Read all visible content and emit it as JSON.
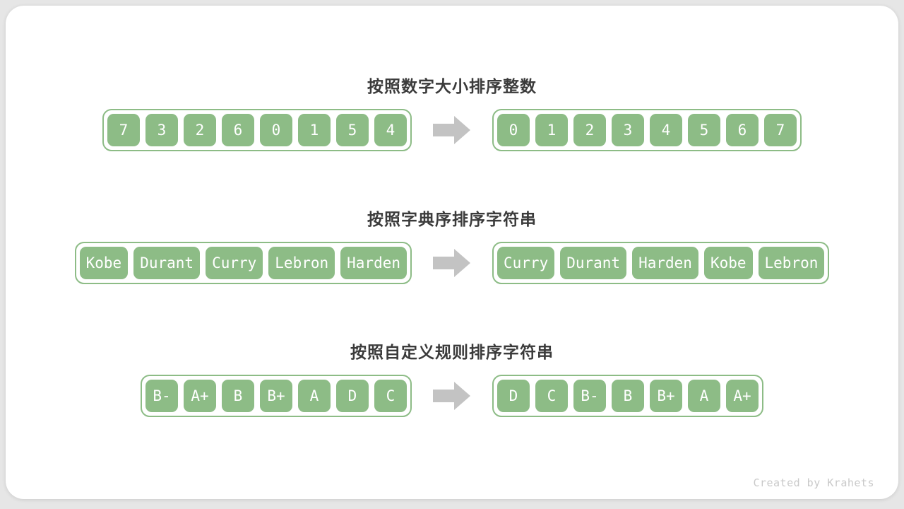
{
  "colors": {
    "green": "#8dbc86",
    "arrow": "#c3c3c3",
    "title": "#3b3b3b",
    "card": "#ffffff",
    "bg": "#e6e6e6",
    "boxtext": "#ffffff",
    "watermark": "#c9c9c9"
  },
  "icons": {
    "arrow": "block-arrow-right"
  },
  "rows": [
    {
      "title": "按照数字大小排序整数",
      "input": [
        "7",
        "3",
        "2",
        "6",
        "0",
        "1",
        "5",
        "4"
      ],
      "output": [
        "0",
        "1",
        "2",
        "3",
        "4",
        "5",
        "6",
        "7"
      ]
    },
    {
      "title": "按照字典序排序字符串",
      "input": [
        "Kobe",
        "Durant",
        "Curry",
        "Lebron",
        "Harden"
      ],
      "output": [
        "Curry",
        "Durant",
        "Harden",
        "Kobe",
        "Lebron"
      ]
    },
    {
      "title": "按照自定义规则排序字符串",
      "input": [
        "B-",
        "A+",
        "B",
        "B+",
        "A",
        "D",
        "C"
      ],
      "output": [
        "D",
        "C",
        "B-",
        "B",
        "B+",
        "A",
        "A+"
      ]
    }
  ],
  "watermark": "Created by Krahets"
}
